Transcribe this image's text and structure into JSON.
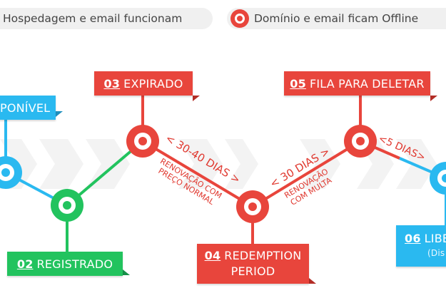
{
  "legend": {
    "left_text": "Hospedagem e email funcionam",
    "right_text": "Domínio e email ficam Offline",
    "colors": {
      "online": "#2ab9f0",
      "offline": "#e8453c"
    }
  },
  "steps": {
    "s01": {
      "text": "PONÍVEL"
    },
    "s02": {
      "num": "02",
      "text": "REGISTRADO"
    },
    "s03": {
      "num": "03",
      "text": "EXPIRADO"
    },
    "s04": {
      "num": "04",
      "line1": "REDEMPTION",
      "line2": "PERIOD"
    },
    "s05": {
      "num": "05",
      "text": "FILA PARA DELETAR"
    },
    "s06": {
      "num": "06",
      "text": "LIBE",
      "sub": "(Dis"
    }
  },
  "durations": {
    "d1": "< 30-40 DIAS >",
    "d2": "< 30 DIAS >",
    "d3": "<5 DIAS>"
  },
  "notes": {
    "n1": {
      "line1": "RENOVAÇÃO COM",
      "line2": "PREÇO NORMAL"
    },
    "n2": {
      "line1": "RENOVAÇÃO",
      "line2": "COM MULTA"
    }
  },
  "colors": {
    "red": "#e8453c",
    "green": "#22c35e",
    "blue": "#2ab9f0",
    "arrow_band": "#f2f2f2"
  }
}
